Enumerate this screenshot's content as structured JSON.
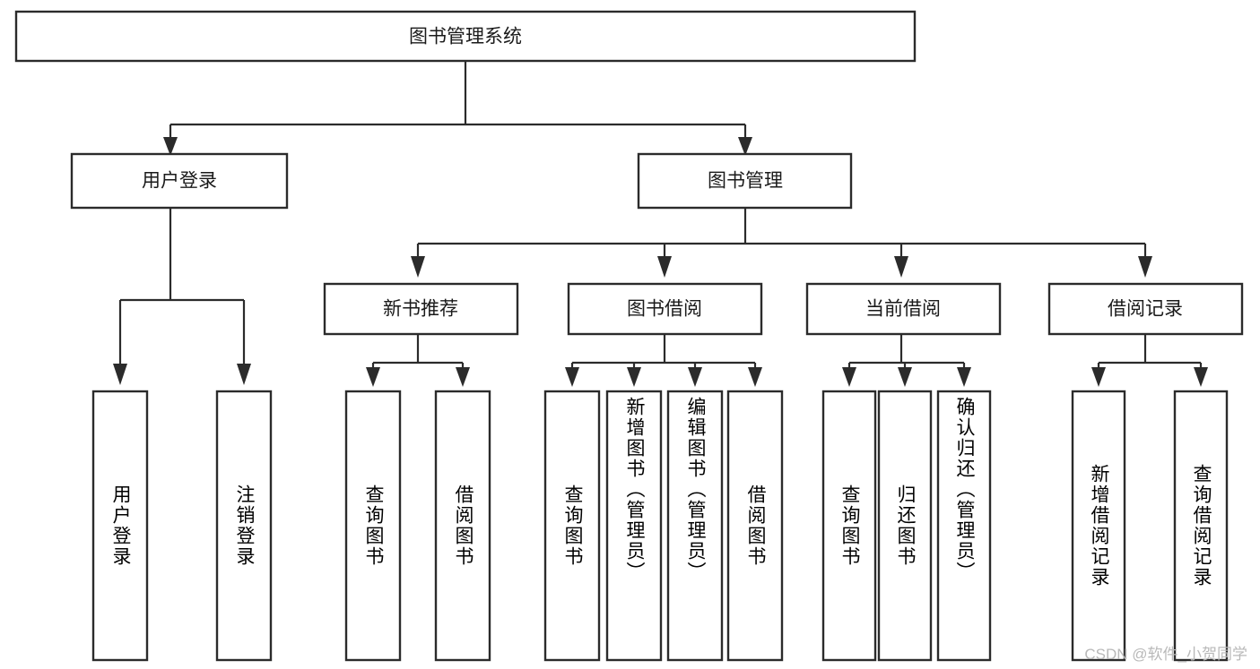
{
  "diagram": {
    "type": "tree",
    "title": "图书管理系统",
    "watermark": "CSDN @软件_小贺同学",
    "orientation": "top-down",
    "levels": 4,
    "nodes": {
      "root": {
        "label": "图书管理系统",
        "level": 0
      },
      "user_login": {
        "label": "用户登录",
        "level": 1
      },
      "book_manage": {
        "label": "图书管理",
        "level": 1
      },
      "new_book_rec": {
        "label": "新书推荐",
        "level": 2
      },
      "book_borrow": {
        "label": "图书借阅",
        "level": 2
      },
      "current_borrow": {
        "label": "当前借阅",
        "level": 2
      },
      "borrow_record": {
        "label": "借阅记录",
        "level": 2
      },
      "leaf_user_login": {
        "label": "用户登录",
        "level": 3
      },
      "leaf_logout": {
        "label": "注销登录",
        "level": 3
      },
      "leaf_query_book_1": {
        "label": "查询图书",
        "level": 3
      },
      "leaf_borrow_book_1": {
        "label": "借阅图书",
        "level": 3
      },
      "leaf_query_book_2": {
        "label": "查询图书",
        "level": 3
      },
      "leaf_add_book": {
        "label": "新增图书（管理员）",
        "level": 3
      },
      "leaf_edit_book": {
        "label": "编辑图书（管理员）",
        "level": 3
      },
      "leaf_borrow_book_2": {
        "label": "借阅图书",
        "level": 3
      },
      "leaf_query_book_3": {
        "label": "查询图书",
        "level": 3
      },
      "leaf_return_book": {
        "label": "归还图书",
        "level": 3
      },
      "leaf_confirm_return": {
        "label": "确认归还（管理员）",
        "level": 3
      },
      "leaf_add_record": {
        "label": "新增借阅记录",
        "level": 3
      },
      "leaf_query_record": {
        "label": "查询借阅记录",
        "level": 3
      }
    },
    "edges": [
      {
        "from": "root",
        "to": "user_login"
      },
      {
        "from": "root",
        "to": "book_manage"
      },
      {
        "from": "user_login",
        "to": "leaf_user_login"
      },
      {
        "from": "user_login",
        "to": "leaf_logout"
      },
      {
        "from": "book_manage",
        "to": "new_book_rec"
      },
      {
        "from": "book_manage",
        "to": "book_borrow"
      },
      {
        "from": "book_manage",
        "to": "current_borrow"
      },
      {
        "from": "book_manage",
        "to": "borrow_record"
      },
      {
        "from": "new_book_rec",
        "to": "leaf_query_book_1"
      },
      {
        "from": "new_book_rec",
        "to": "leaf_borrow_book_1"
      },
      {
        "from": "book_borrow",
        "to": "leaf_query_book_2"
      },
      {
        "from": "book_borrow",
        "to": "leaf_add_book"
      },
      {
        "from": "book_borrow",
        "to": "leaf_edit_book"
      },
      {
        "from": "book_borrow",
        "to": "leaf_borrow_book_2"
      },
      {
        "from": "current_borrow",
        "to": "leaf_query_book_3"
      },
      {
        "from": "current_borrow",
        "to": "leaf_return_book"
      },
      {
        "from": "current_borrow",
        "to": "leaf_confirm_return"
      },
      {
        "from": "borrow_record",
        "to": "leaf_add_record"
      },
      {
        "from": "borrow_record",
        "to": "leaf_query_record"
      }
    ],
    "colors": {
      "box_stroke": "#2b2b2b",
      "box_fill": "#ffffff",
      "text": "#1a1a1a",
      "background": "#ffffff",
      "watermark": "#b9b9b9"
    }
  }
}
